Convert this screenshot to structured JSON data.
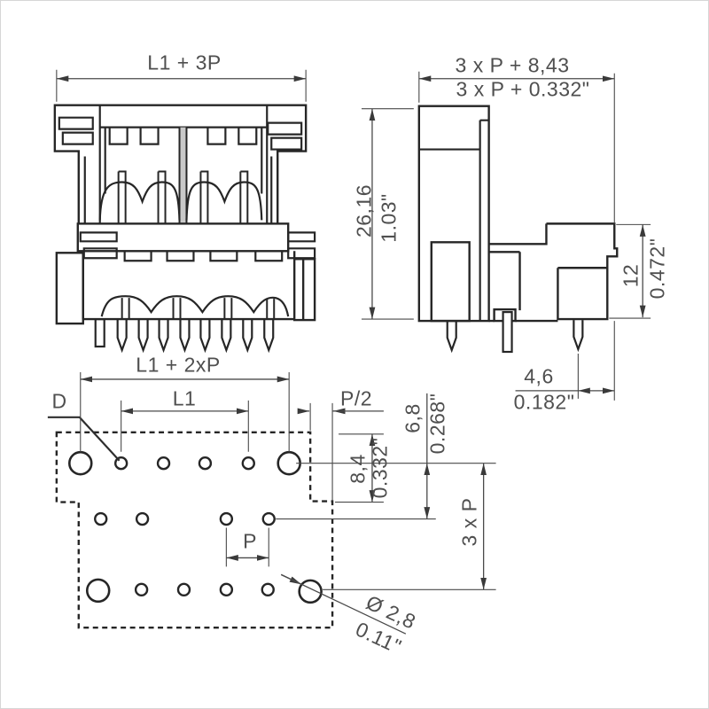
{
  "drawing": {
    "front_view": {
      "width_label": "L1 + 3P"
    },
    "side_view": {
      "width_label_mm": "3 x P + 8,43",
      "width_label_inch": "3 x P + 0.332\"",
      "height_label_mm": "26,16",
      "height_label_inch": "1.03\"",
      "flange_height_mm": "12",
      "flange_height_inch": "0.472\"",
      "pin_setback_mm": "4,6",
      "pin_setback_inch": "0.182\""
    },
    "footprint_view": {
      "overall_label": "L1 + 2xP",
      "inner_label": "L1",
      "datum_label": "D",
      "edge_offset_label": "P/2",
      "row_offset_mm": "8,4",
      "row_offset_inch": "0.332\"",
      "row_spacing_mm": "6,8",
      "row_spacing_inch": "0.268\"",
      "column_span_label": "3 x P",
      "pitch_label": "P",
      "hole_dia_mm": "Ø 2,8",
      "hole_dia_inch": "0.11\""
    },
    "colors": {
      "line": "#262626",
      "dim_line": "#4a4a4a",
      "text": "#4f4f4f",
      "background": "#ffffff"
    }
  }
}
